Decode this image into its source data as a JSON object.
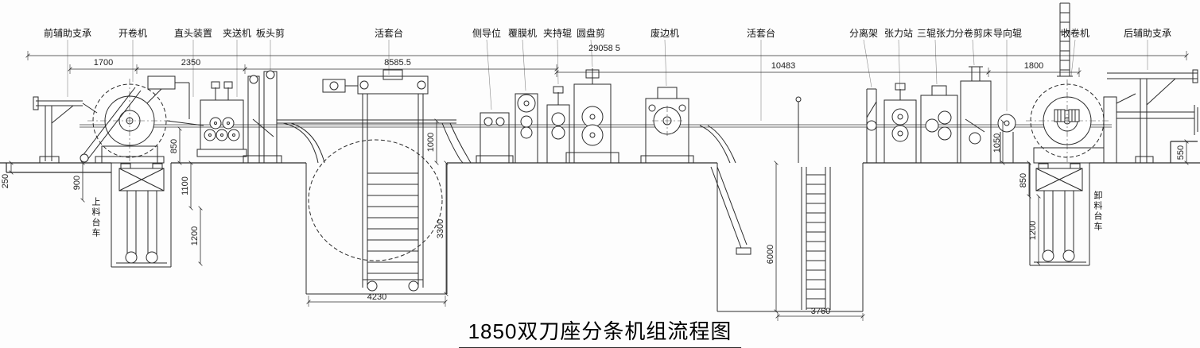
{
  "title": "1850双刀座分条机组流程图",
  "machine_labels": [
    "前辅助支承",
    "开卷机",
    "直头装置",
    "夹送机",
    "板头剪",
    "活套台",
    "侧导位",
    "覆膜机",
    "夹持辊",
    "圆盘剪",
    "废边机",
    "活套台",
    "分离架",
    "张力站",
    "三辊张力",
    "分卷剪床",
    "导向辊",
    "收卷机",
    "后辅助支承"
  ],
  "car_labels": {
    "loading": "上料台车",
    "unloading": "卸料台车"
  },
  "dims": {
    "overall_length": "29058 5",
    "span_front": "1700",
    "span_uncoiler": "2350",
    "span_entry_loop": "8585.5",
    "span_process": "10483",
    "span_recoiler": "1800",
    "left_trench_depth": "250",
    "loading_pit_900": "900",
    "entry_passline_850": "850",
    "loading_pit_1100": "1100",
    "loading_car_1200": "1200",
    "loop1_height_1000": "1000",
    "loop1_depth_3300": "3300",
    "loop1_width_4230": "4230",
    "loop2_depth_6000": "6000",
    "loop2_width_3760": "3760",
    "exit_passline_1050": "1050",
    "unloading_pit_850": "850",
    "unloading_car_1200": "1200",
    "rear_height_550": "550"
  }
}
